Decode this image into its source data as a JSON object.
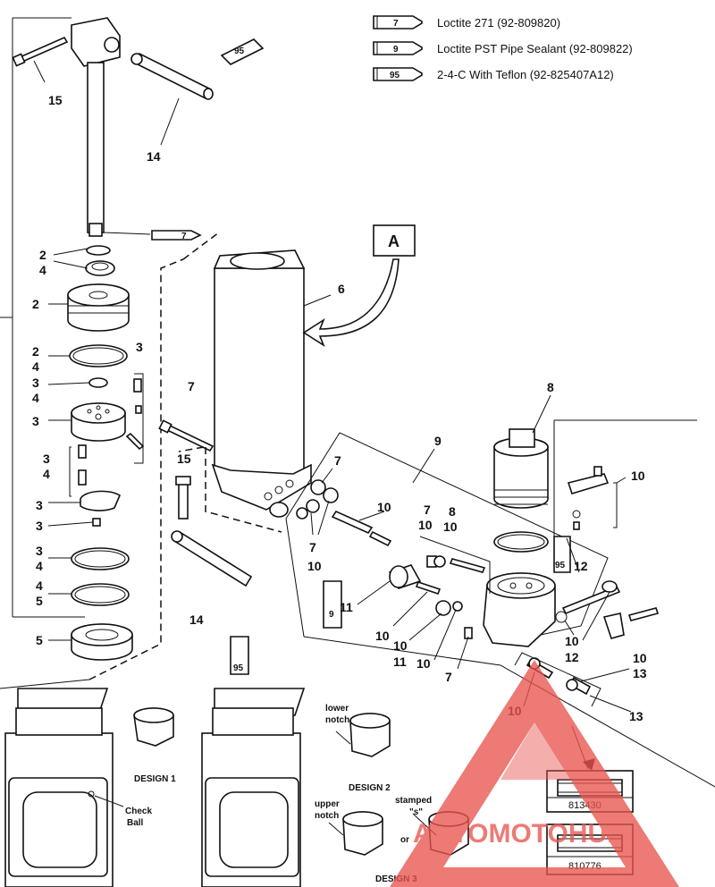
{
  "legend": [
    {
      "code": "7",
      "text": "Loctite 271 (92-809820)"
    },
    {
      "code": "9",
      "text": "Loctite PST Pipe Sealant (92-809822)"
    },
    {
      "code": "95",
      "text": "2-4-C  With Teflon (92-825407A12)"
    }
  ],
  "callout_view": "A",
  "callouts": {
    "c15a": "15",
    "c14a": "14",
    "c2a": "2",
    "c4a": "4",
    "c2b": "2",
    "c2c": "2",
    "c4b": "4",
    "c3a": "3",
    "c3b": "3",
    "c4c": "4",
    "c3c": "3",
    "c3d": "3",
    "c4d": "4",
    "c3e": "3",
    "c3f": "3",
    "c3g": "3",
    "c4e": "4",
    "c4f": "4",
    "c5a": "5",
    "c5b": "5",
    "c7a": "7",
    "c15b": "15",
    "c14b": "14",
    "c6": "6",
    "c8a": "8",
    "c9a": "9",
    "c10a": "10",
    "c7b": "7",
    "c7c": "7",
    "c10b": "10",
    "c10c": "10",
    "c7d": "7",
    "c10d": "10",
    "c8b": "8",
    "c10e": "10",
    "c11a": "11",
    "c12a": "12",
    "c10f": "10",
    "c10g": "10",
    "c11b": "11",
    "c10h": "10",
    "c7e": "7",
    "c10i": "10",
    "c12b": "12",
    "c10j": "10",
    "c13a": "13",
    "c13b": "13",
    "c10k": "10"
  },
  "tube_labels": {
    "t95a": "95",
    "t7": "7",
    "t95b": "95",
    "t9": "9",
    "t95c": "95"
  },
  "designs": {
    "design1": "DESIGN 1",
    "check": "Check",
    "ball": "Ball",
    "lower": "lower",
    "notch_a": "notch",
    "design2": "DESIGN 2",
    "upper": "upper",
    "notch_b": "notch",
    "stamped": "stamped",
    "s": "\"s\"",
    "or": "or",
    "design3": "DESIGN 3"
  },
  "part_numbers": {
    "p1": "813430",
    "p2": "810776"
  },
  "watermark": "AUTOMOTOHUB",
  "colors": {
    "watermark": "#e8554f",
    "ink": "#111111"
  }
}
